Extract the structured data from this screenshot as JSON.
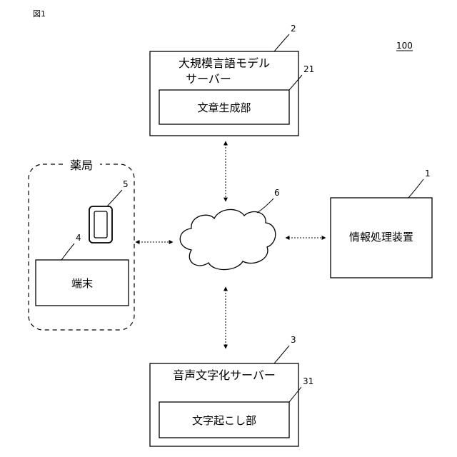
{
  "figure_label": "図1",
  "system_number": "100",
  "llm_server": {
    "number": "2",
    "title_line1": "大規模言語モデル",
    "title_line2": "サーバー",
    "unit_number": "21",
    "unit_label": "文章生成部"
  },
  "pharmacy": {
    "label": "薬局",
    "phone_number": "5",
    "terminal_number": "4",
    "terminal_label": "端末"
  },
  "network": {
    "number": "6"
  },
  "info_processor": {
    "number": "1",
    "label": "情報処理装置"
  },
  "transcription_server": {
    "number": "3",
    "title": "音声文字化サーバー",
    "unit_number": "31",
    "unit_label": "文字起こし部"
  }
}
